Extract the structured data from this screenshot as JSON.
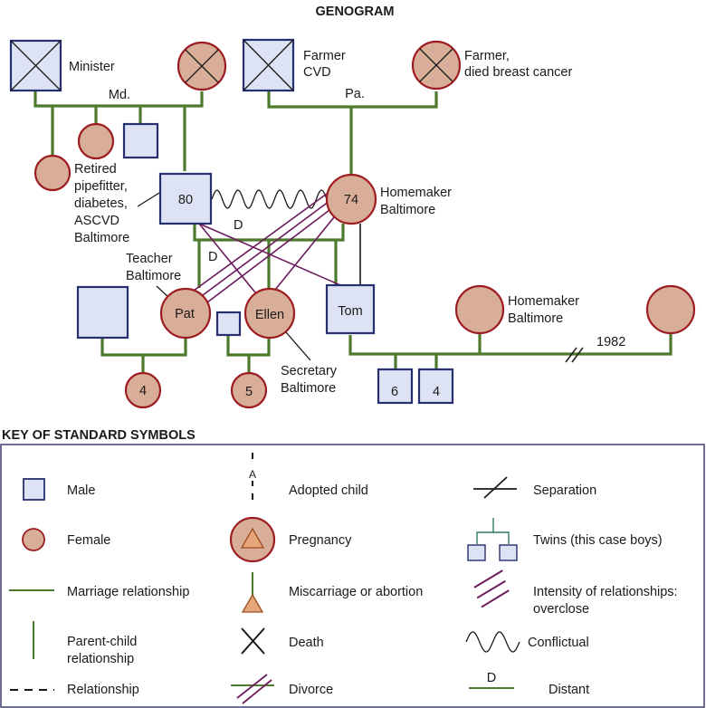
{
  "title": "GENOGRAM",
  "generation1": {
    "paternal_grandfather": {
      "label": "Minister",
      "sex": "male",
      "deceased": true
    },
    "paternal_grandmother": {
      "sex": "female",
      "deceased": true
    },
    "paternal_location": "Md.",
    "maternal_grandfather": {
      "label_line1": "Farmer",
      "label_line2": "CVD",
      "sex": "male",
      "deceased": true
    },
    "maternal_grandmother": {
      "label_line1": "Farmer,",
      "label_line2": "died breast cancer",
      "sex": "female",
      "deceased": true
    },
    "maternal_location": "Pa."
  },
  "generation2": {
    "father": {
      "age": "80",
      "label_lines": [
        "Retired",
        "pipefitter,",
        "diabetes,",
        "ASCVD",
        "Baltimore"
      ],
      "sex": "male"
    },
    "mother": {
      "age": "74",
      "label_line1": "Homemaker",
      "label_line2": "Baltimore",
      "sex": "female"
    },
    "father_siblings": [
      "female",
      "female",
      "male"
    ],
    "relationship": "Conflictual"
  },
  "generation3": {
    "pat": {
      "name": "Pat",
      "label_line1": "Teacher",
      "label_line2": "Baltimore"
    },
    "ellen": {
      "name": "Ellen",
      "label_line1": "Secretary",
      "label_line2": "Baltimore"
    },
    "tom": {
      "name": "Tom"
    },
    "tom_wife": {
      "label_line1": "Homemaker",
      "label_line2": "Baltimore"
    },
    "tom_separation_year": "1982",
    "distant_marker": "D"
  },
  "generation4": {
    "pat_child": "4",
    "ellen_child": "5",
    "tom_children": [
      "6",
      "4"
    ]
  },
  "key": {
    "title": "KEY OF STANDARD SYMBOLS",
    "col1": [
      "Male",
      "Female",
      "Marriage relationship",
      "Parent-child",
      "relationship",
      "Relationship"
    ],
    "col2": [
      "Adopted child",
      "Pregnancy",
      "Miscarriage or abortion",
      "Death",
      "Divorce"
    ],
    "adopted_marker": "A",
    "col3": [
      "Separation",
      "Twins (this case boys)",
      "Intensity of relationships:",
      "overclose",
      "Conflictual",
      "Distant"
    ],
    "distant_marker": "D"
  },
  "colors": {
    "male_fill": "#dde2f4",
    "male_stroke": "#27306e",
    "female_fill": "#d9ae99",
    "female_stroke": "#9c1c22",
    "marriage_line": "#4e7a2e",
    "overclose_line": "#6b1a5c"
  }
}
